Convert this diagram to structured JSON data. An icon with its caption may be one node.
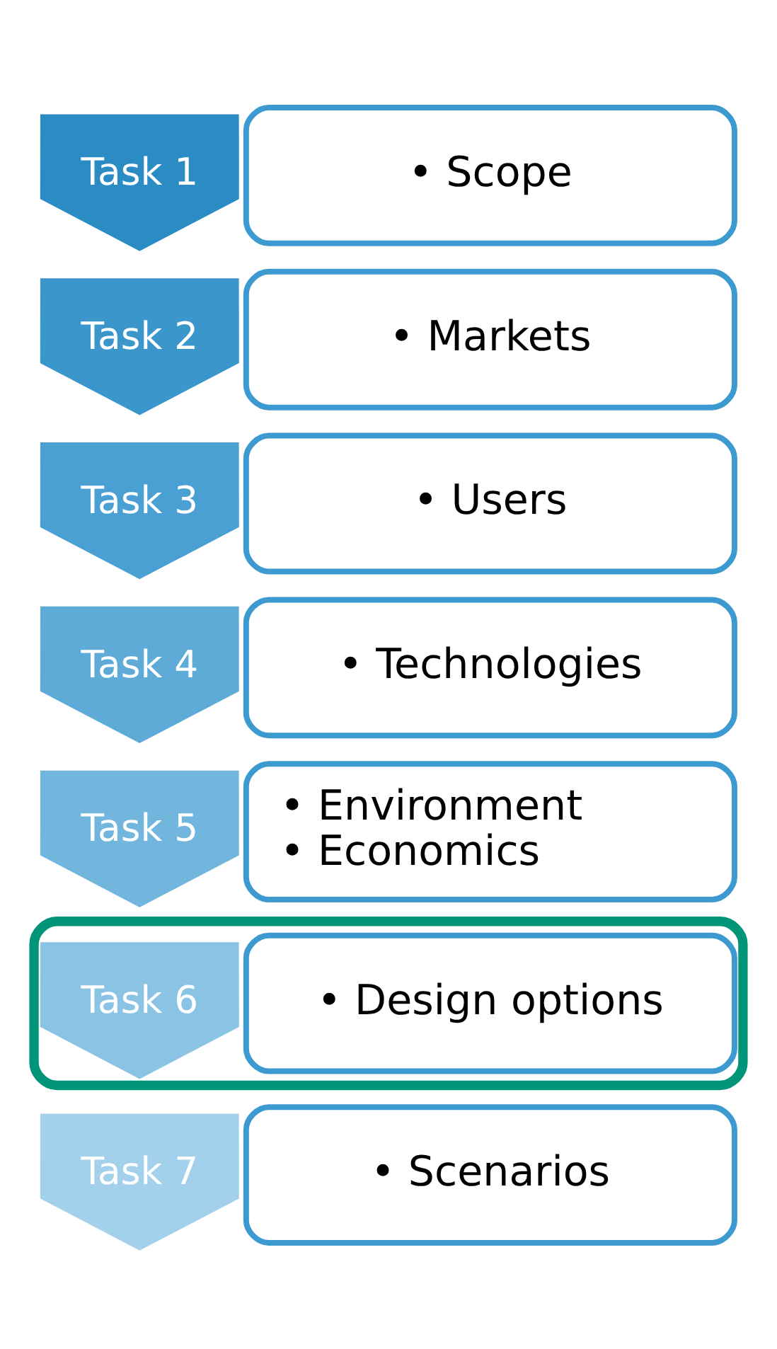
{
  "diagram": {
    "nodes": [
      {
        "text": [
          "Task 1"
        ]
      },
      {
        "text": [
          "• Scope"
        ]
      },
      {
        "text": [
          "Task 2"
        ]
      },
      {
        "text": [
          "• Markets"
        ]
      },
      {
        "text": [
          "Task 3"
        ]
      },
      {
        "text": [
          "• Users"
        ]
      },
      {
        "text": [
          "Task 4"
        ]
      },
      {
        "text": [
          "• Technologies"
        ]
      },
      {
        "text": [
          "Task 5"
        ]
      },
      {
        "text": [
          "• Environment",
          "• Economics"
        ]
      },
      {
        "text": [],
        "shape": "box"
      },
      {
        "text": [
          "Task 6"
        ],
        "in": 10
      },
      {
        "text": [
          "• Design options"
        ],
        "in": 10
      },
      {
        "text": [
          "Task 7"
        ]
      },
      {
        "text": [
          "• Scenarios"
        ]
      }
    ]
  }
}
